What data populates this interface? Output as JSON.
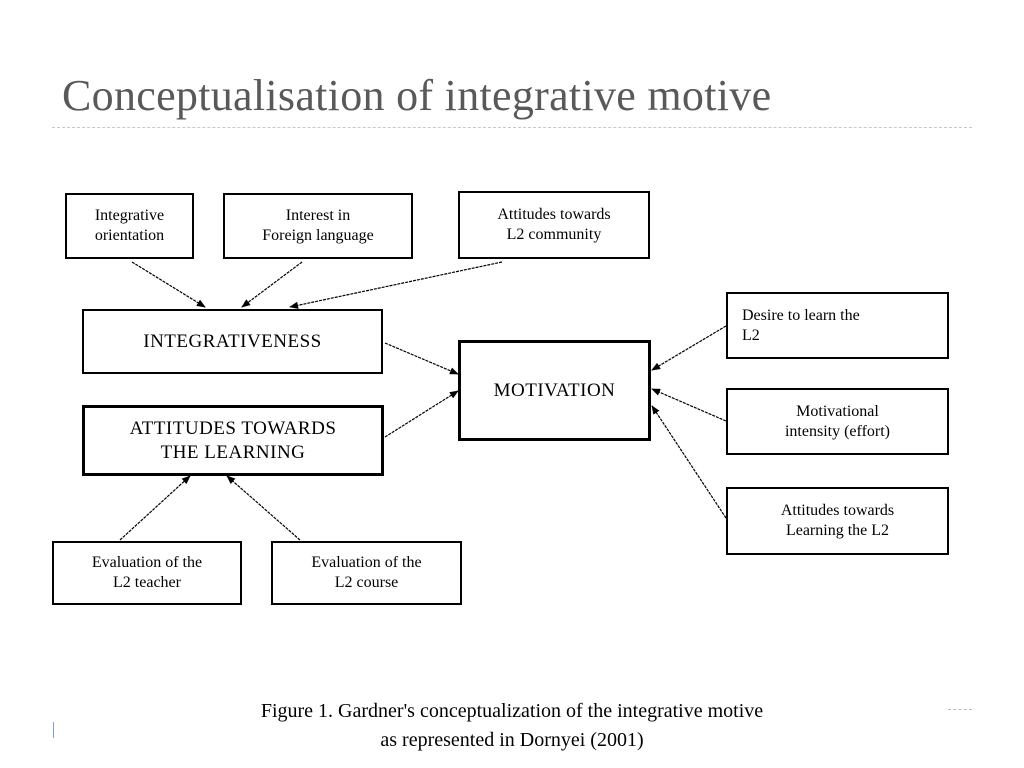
{
  "slide": {
    "title": "Conceptualisation of integrative motive"
  },
  "diagram": {
    "boxes": {
      "integrative_orientation": [
        "Integrative",
        "orientation"
      ],
      "interest_foreign_language": [
        "Interest in",
        "Foreign language"
      ],
      "attitudes_l2_community": [
        "Attitudes towards",
        "L2 community"
      ],
      "integrativeness": [
        "INTEGRATIVENESS"
      ],
      "attitudes_learning": [
        "ATTITUDES TOWARDS",
        "THE LEARNING"
      ],
      "evaluation_teacher": [
        "Evaluation of the",
        "L2 teacher"
      ],
      "evaluation_course": [
        "Evaluation of the",
        "L2 course"
      ],
      "motivation": [
        "MOTIVATION"
      ],
      "desire_learn": [
        "Desire to learn the",
        "L2"
      ],
      "motivational_intensity": [
        "Motivational",
        "intensity (effort)"
      ],
      "attitudes_learning_l2": [
        "Attitudes towards",
        "Learning the L2"
      ]
    },
    "edges": [
      {
        "from": "integrative_orientation",
        "to": "integrativeness"
      },
      {
        "from": "interest_foreign_language",
        "to": "integrativeness"
      },
      {
        "from": "attitudes_l2_community",
        "to": "integrativeness"
      },
      {
        "from": "integrativeness",
        "to": "motivation"
      },
      {
        "from": "attitudes_learning",
        "to": "motivation"
      },
      {
        "from": "evaluation_teacher",
        "to": "attitudes_learning"
      },
      {
        "from": "evaluation_course",
        "to": "attitudes_learning"
      },
      {
        "from": "desire_learn",
        "to": "motivation"
      },
      {
        "from": "motivational_intensity",
        "to": "motivation"
      },
      {
        "from": "attitudes_learning_l2",
        "to": "motivation"
      }
    ],
    "caption": [
      "Figure 1. Gardner's conceptualization of the integrative motive",
      "as represented in Dornyei (2001)"
    ]
  }
}
